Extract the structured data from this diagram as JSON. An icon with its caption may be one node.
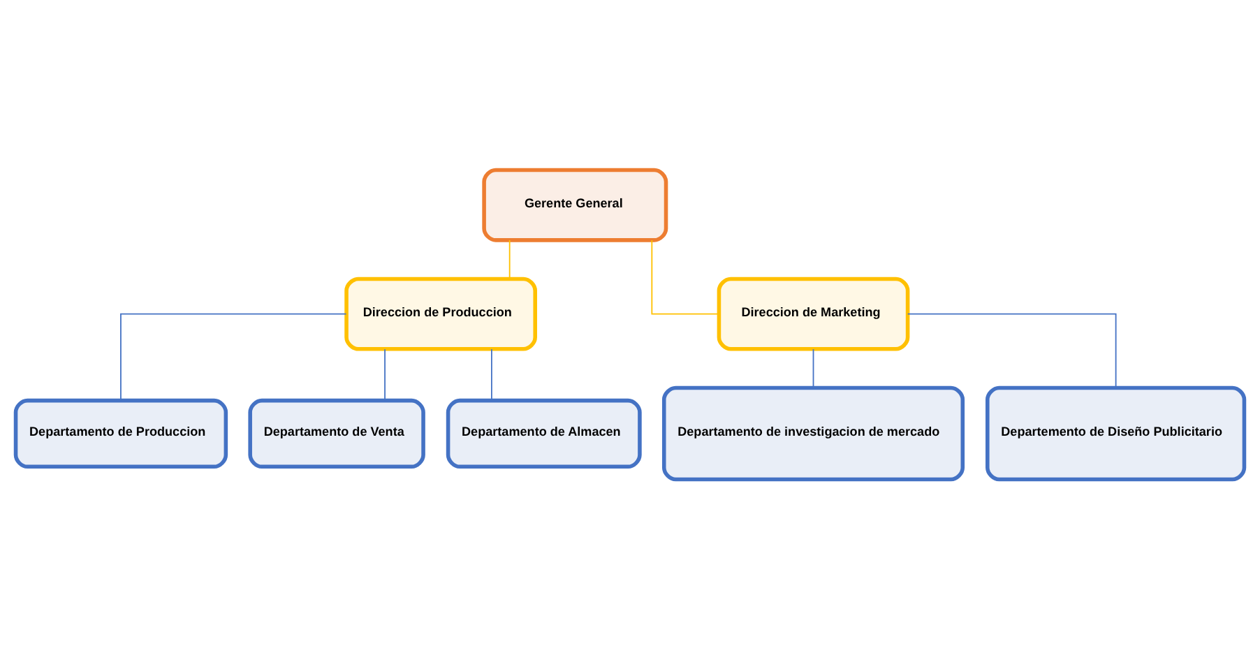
{
  "diagram": {
    "nodes": [
      {
        "text": [
          "Gerente General"
        ]
      },
      {
        "text": [
          "Direccion de Produccion"
        ]
      },
      {
        "text": [
          "Direccion de Marketing"
        ]
      },
      {
        "text": [
          "Departamento de Produccion"
        ]
      },
      {
        "text": [
          "Departamento de Venta"
        ]
      },
      {
        "text": [
          "Departamento de Almacen"
        ]
      },
      {
        "text": [
          "Departamento de investigacion de mercado"
        ]
      },
      {
        "text": [
          "Departemento de Diseño Publicitario"
        ]
      }
    ],
    "edges": [
      {
        "from": 0,
        "to": 1,
        "arrow": "none",
        "color": "#ffc000"
      },
      {
        "from": 0,
        "to": 2,
        "arrow": "none",
        "color": "#ffc000"
      },
      {
        "from": 1,
        "to": 3,
        "arrow": "none"
      },
      {
        "from": 1,
        "to": 4,
        "arrow": "none"
      },
      {
        "from": 1,
        "to": 5,
        "arrow": "none"
      },
      {
        "from": 2,
        "to": 6,
        "arrow": "none"
      },
      {
        "from": 2,
        "to": 7,
        "arrow": "none"
      }
    ]
  }
}
